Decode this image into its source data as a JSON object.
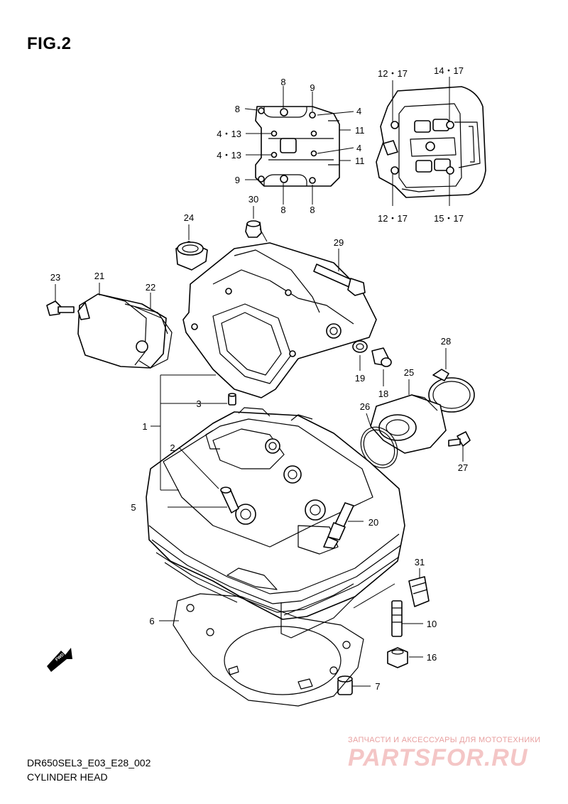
{
  "figure": {
    "title": "FIG.2"
  },
  "captions": {
    "model_code": "DR650SEL3_E03_E28_002",
    "section": "CYLINDER HEAD"
  },
  "watermark": {
    "tagline": "ЗАПЧАСТИ И АКСЕССУАРЫ ДЛЯ МОТОТЕХНИКИ",
    "brand": "PARTSFOR.RU",
    "color": "#f4c6c6"
  },
  "fwd_marker": {
    "label": "FWD"
  },
  "inset_left": {
    "callouts": [
      "8",
      "9",
      "8",
      "4",
      "4・13",
      "11",
      "4・13",
      "4",
      "11",
      "9",
      "8",
      "8"
    ]
  },
  "inset_right": {
    "callouts": [
      "12・17",
      "14・17",
      "12・17",
      "15・17"
    ]
  },
  "main": {
    "callouts": [
      "30",
      "24",
      "29",
      "23",
      "21",
      "22",
      "28",
      "19",
      "18",
      "25",
      "3",
      "26",
      "1",
      "27",
      "2",
      "5",
      "20",
      "31",
      "6",
      "10",
      "16",
      "7"
    ]
  }
}
